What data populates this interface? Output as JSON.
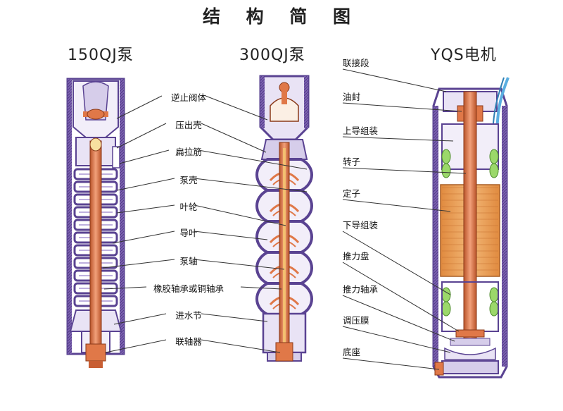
{
  "title": "结 构 简 图",
  "columns": {
    "left": "150QJ泵",
    "middle": "300QJ泵",
    "right": "YQS电机"
  },
  "pump_labels": [
    "逆止阀体",
    "压出壳",
    "扁拉筋",
    "泵壳",
    "叶轮",
    "导叶",
    "泵轴",
    "橡胶轴承或铜轴承",
    "进水节",
    "联轴器"
  ],
  "motor_labels": [
    "联接段",
    "油封",
    "上导组装",
    "转子",
    "定子",
    "下导组装",
    "推力盘",
    "推力轴承",
    "调压膜",
    "底座"
  ],
  "colors": {
    "housing": "#6b4fa2",
    "housing_light": "#a996d3",
    "shaft": "#e07848",
    "stator": "#e79a56",
    "coil": "#9bd86a",
    "blue_cable": "#5aaee0"
  }
}
